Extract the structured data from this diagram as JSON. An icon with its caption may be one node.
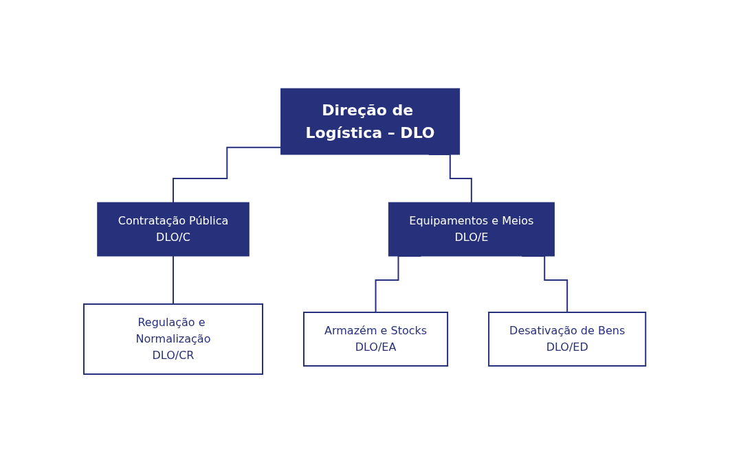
{
  "diagram": {
    "nodes": [
      {
        "text": [
          "Direção de Logística – DLO"
        ]
      },
      {
        "text": [
          "Contratação Pública",
          "DLO/C"
        ]
      },
      {
        "text": [
          "Equipamentos e Meios",
          "DLO/E"
        ]
      },
      {
        "text": [
          "Regulação e Normalização",
          "DLO/CR"
        ]
      },
      {
        "text": [
          "Armazém e Stocks",
          "DLO/EA"
        ]
      },
      {
        "text": [
          "Desativação de Bens",
          "DLO/ED"
        ]
      }
    ],
    "edges": [
      {
        "from": 0,
        "to": 1,
        "arrow": "none"
      },
      {
        "from": 0,
        "to": 2,
        "arrow": "none"
      },
      {
        "from": 1,
        "to": 3,
        "arrow": "none"
      },
      {
        "from": 2,
        "to": 4,
        "arrow": "none"
      },
      {
        "from": 2,
        "to": 5,
        "arrow": "none"
      }
    ]
  }
}
